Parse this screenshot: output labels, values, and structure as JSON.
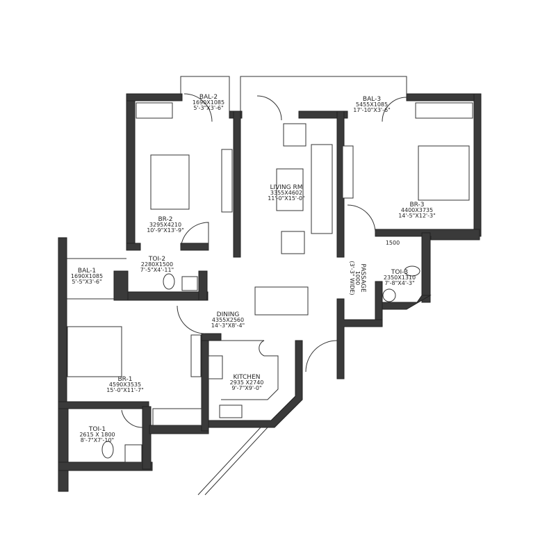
{
  "rooms": {
    "bal2": {
      "name": "BAL-2",
      "mm": "1690X1085",
      "ft": "5'-3\"X3'-6\""
    },
    "bal3": {
      "name": "BAL-3",
      "mm": "5455X1085",
      "ft": "17'-10\"X3'-6\""
    },
    "living": {
      "name": "LIVING RM",
      "mm": "3355X4602",
      "ft": "11'-0\"X15'-0\""
    },
    "br2": {
      "name": "BR-2",
      "mm": "3295X4210",
      "ft": "10'-9\"X13'-9\""
    },
    "br3": {
      "name": "BR-3",
      "mm": "4400X3735",
      "ft": "14'-5\"X12'-3\""
    },
    "toi2": {
      "name": "TOI-2",
      "mm": "2280X1500",
      "ft": "7'-5\"X4'-11\""
    },
    "bal1": {
      "name": "BAL-1",
      "mm": "1690X1085",
      "ft": "5'-5\"X3'-6\""
    },
    "dining": {
      "name": "DINING",
      "mm": "4355X2560",
      "ft": "14'-3\"X8'-4\""
    },
    "passage": {
      "name": "PASSAGE",
      "mm": "1000",
      "ft": "(3'-3\" WIDE)"
    },
    "toi3": {
      "name": "TOI-3",
      "mm": "2350X1310",
      "ft": "7'-8\"X4'-3\""
    },
    "br1": {
      "name": "BR-1",
      "mm": "4590X3535",
      "ft": "15'-0\"X11'-7\""
    },
    "kitchen": {
      "name": "KITCHEN",
      "mm": "2935 X2740",
      "ft": "9'-7\"X9'-0\""
    },
    "toi1": {
      "name": "TOI-1",
      "mm": "2615 X 1800",
      "ft": "8'-7\"X7'-10\""
    }
  },
  "dimension_1500": "1500",
  "colors": {
    "wall": "#3a3a3a",
    "line": "#333333",
    "background": "#ffffff"
  }
}
